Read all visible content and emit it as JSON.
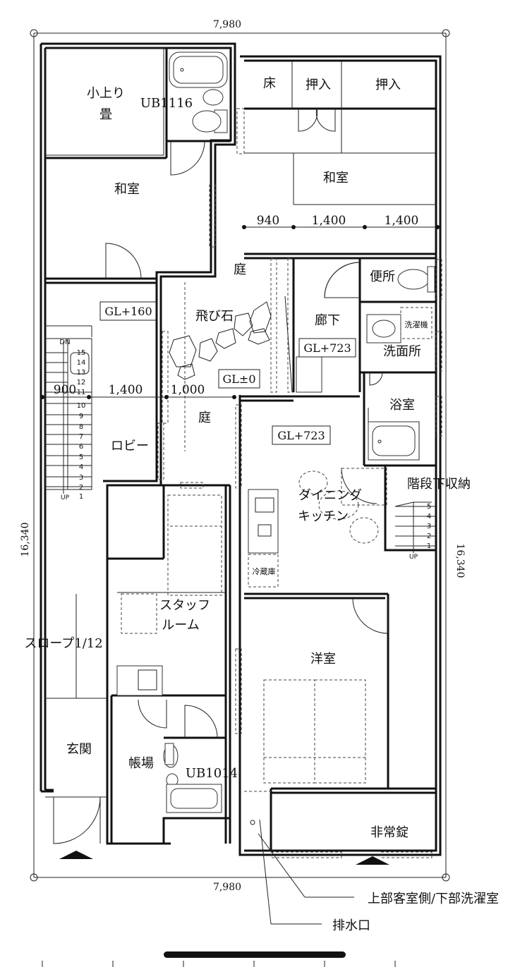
{
  "dimensions": {
    "top_width": "7,980",
    "bottom_width": "7,980",
    "left_height": "16,340",
    "right_height": "16,340",
    "row_940": "940",
    "row_1400_a": "1,400",
    "row_1400_b": "1,400",
    "mid_900": "900",
    "mid_1400": "1,400",
    "mid_1000": "1,000"
  },
  "rooms": {
    "koagari": "小上り",
    "tatami": "畳",
    "ub1116": "UB1116",
    "washitsu_left": "和室",
    "toko": "床",
    "oshiire_1": "押入",
    "oshiire_2": "押入",
    "washitsu_right": "和室",
    "niwa_1": "庭",
    "tobiishi": "飛び石",
    "niwa_2": "庭",
    "benjo": "便所",
    "rouka": "廊下",
    "sentakuki": "洗濯機",
    "senmenjo": "洗面所",
    "yokushitsu": "浴室",
    "lobby": "ロビー",
    "kaidan_shuno": "階段下収納",
    "dining_1": "ダイニング",
    "dining_2": "キッチン",
    "reizouko": "冷蔵庫",
    "staff_1": "スタッフ",
    "staff_2": "ルーム",
    "slope": "スロープ1/12",
    "youshitsu": "洋室",
    "genkan": "玄関",
    "chouba": "帳場",
    "ub1014": "UB1014",
    "hijoujou": "非常錠"
  },
  "levels": {
    "gl160": "GL+160",
    "gl723_a": "GL+723",
    "gl0": "GL±0",
    "gl723_b": "GL+723"
  },
  "stairs": {
    "dn": "DN",
    "up_left": "UP",
    "up_right": "UP",
    "left_steps": [
      "15",
      "14",
      "13",
      "12",
      "11",
      "10",
      "9",
      "8",
      "7",
      "6",
      "5",
      "4",
      "3",
      "2",
      "1"
    ],
    "right_steps": [
      "5",
      "4",
      "3",
      "2",
      "1"
    ]
  },
  "callouts": {
    "upper_room": "上部客室側/下部洗濯室",
    "drain": "排水口"
  }
}
